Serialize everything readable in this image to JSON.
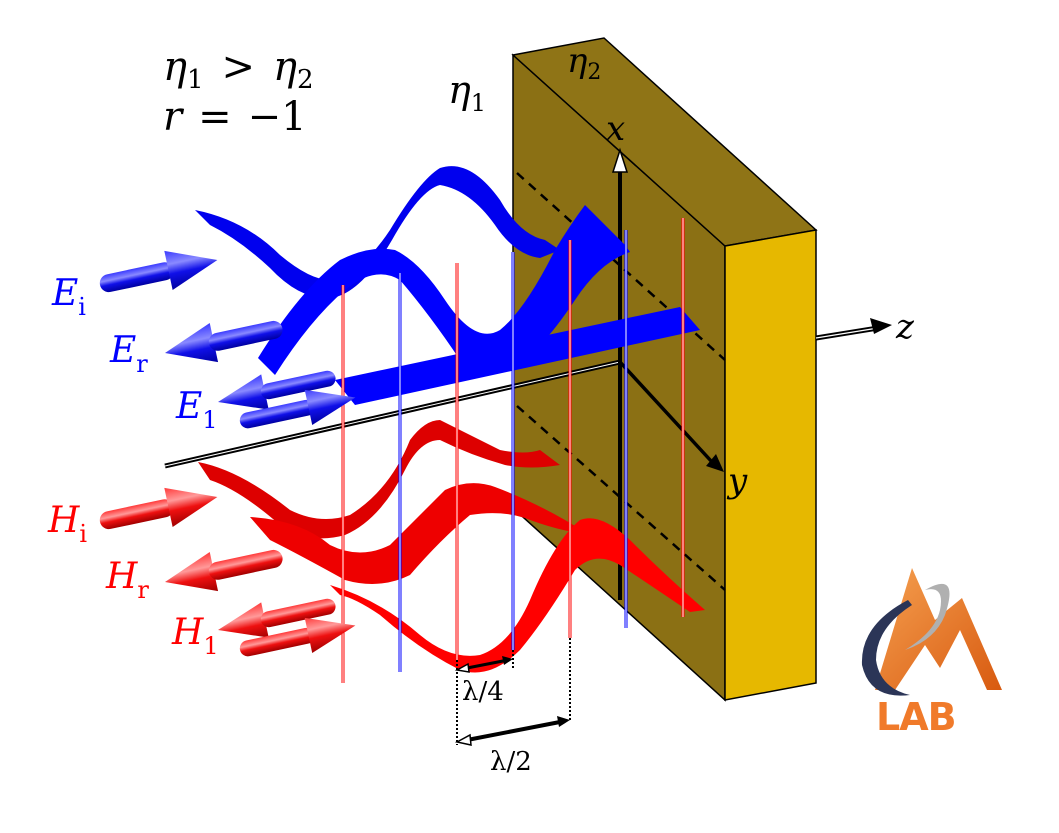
{
  "conditions": {
    "line1": {
      "a": "η",
      "a_sub": "1",
      "op": ">",
      "b": "η",
      "b_sub": "2"
    },
    "line2": {
      "lhs": "r",
      "op": "=",
      "rhs": "−1"
    }
  },
  "media": {
    "left": {
      "sym": "η",
      "sub": "1"
    },
    "right": {
      "sym": "η",
      "sub": "2"
    }
  },
  "axes": {
    "x": "x",
    "y": "y",
    "z": "z"
  },
  "electric": {
    "color": "#0000ff",
    "labels": [
      {
        "sym": "E",
        "sub": "i"
      },
      {
        "sym": "E",
        "sub": "r"
      },
      {
        "sym": "E",
        "sub": "1"
      }
    ]
  },
  "magnetic": {
    "color": "#ff0000",
    "labels": [
      {
        "sym": "H",
        "sub": "i"
      },
      {
        "sym": "H",
        "sub": "r"
      },
      {
        "sym": "H",
        "sub": "1"
      }
    ]
  },
  "dimensions": {
    "quarter": "λ/4",
    "half": "λ/2"
  },
  "slab": {
    "left_face_color": "#8b7014",
    "front_face_color": "#e6b800",
    "top_face_color": "#8f7416"
  },
  "logo": {
    "text": "LAB",
    "orange": "#f07a2a",
    "navy": "#2b3557"
  }
}
